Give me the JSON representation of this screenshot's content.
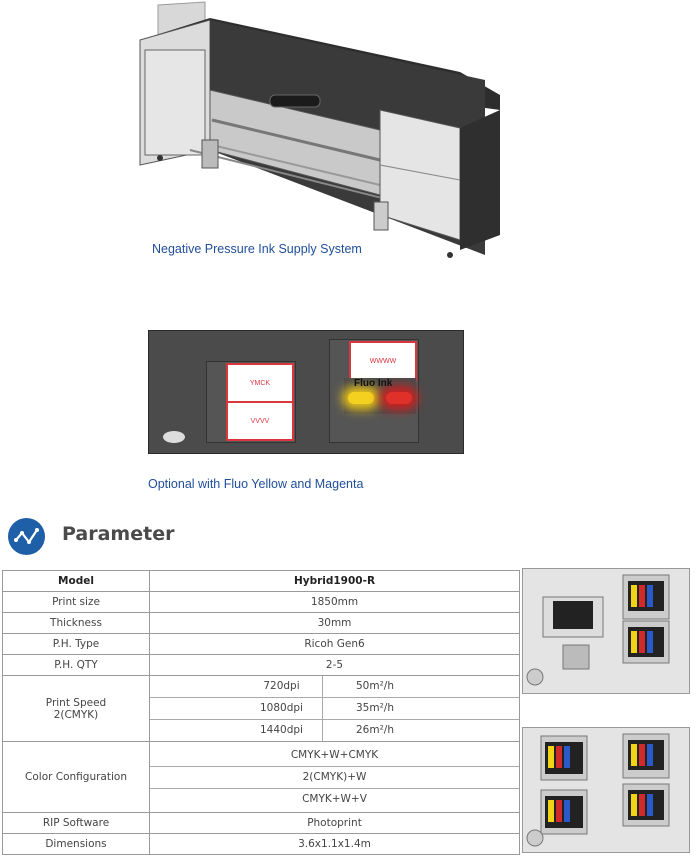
{
  "captions": {
    "printer": "Negative Pressure Ink Supply System",
    "ink_panel": "Optional with Fluo Yellow and Magenta"
  },
  "ink_panel": {
    "labels": [
      "YMCK",
      "VVVV",
      "WWWW",
      "Fluo Ink"
    ]
  },
  "section": {
    "title": "Parameter",
    "icon": "line-chart-icon",
    "accent": "#1f5fa8"
  },
  "table": {
    "header": {
      "label": "Model",
      "value": "Hybrid1900-R"
    },
    "rows": [
      {
        "label": "Print size",
        "value": "1850mm"
      },
      {
        "label": "Thickness",
        "value": "30mm"
      },
      {
        "label": "P.H. Type",
        "value": "Ricoh Gen6"
      },
      {
        "label": "P.H. QTY",
        "value": "2-5"
      }
    ],
    "speed": {
      "label": "Print Speed\n2(CMYK)",
      "rows": [
        {
          "dpi": "720dpi",
          "speed": "50m²/h"
        },
        {
          "dpi": "1080dpi",
          "speed": "35m²/h"
        },
        {
          "dpi": "1440dpi",
          "speed": "26m²/h"
        }
      ]
    },
    "color": {
      "label": "Color Configuration",
      "options": [
        "CMYK+W+CMYK",
        "2(CMYK)+W",
        "CMYK+W+V"
      ]
    },
    "tail": [
      {
        "label": "RIP Software",
        "value": "Photoprint"
      },
      {
        "label": "Dimensions",
        "value": "3.6x1.1x1.4m"
      }
    ]
  }
}
